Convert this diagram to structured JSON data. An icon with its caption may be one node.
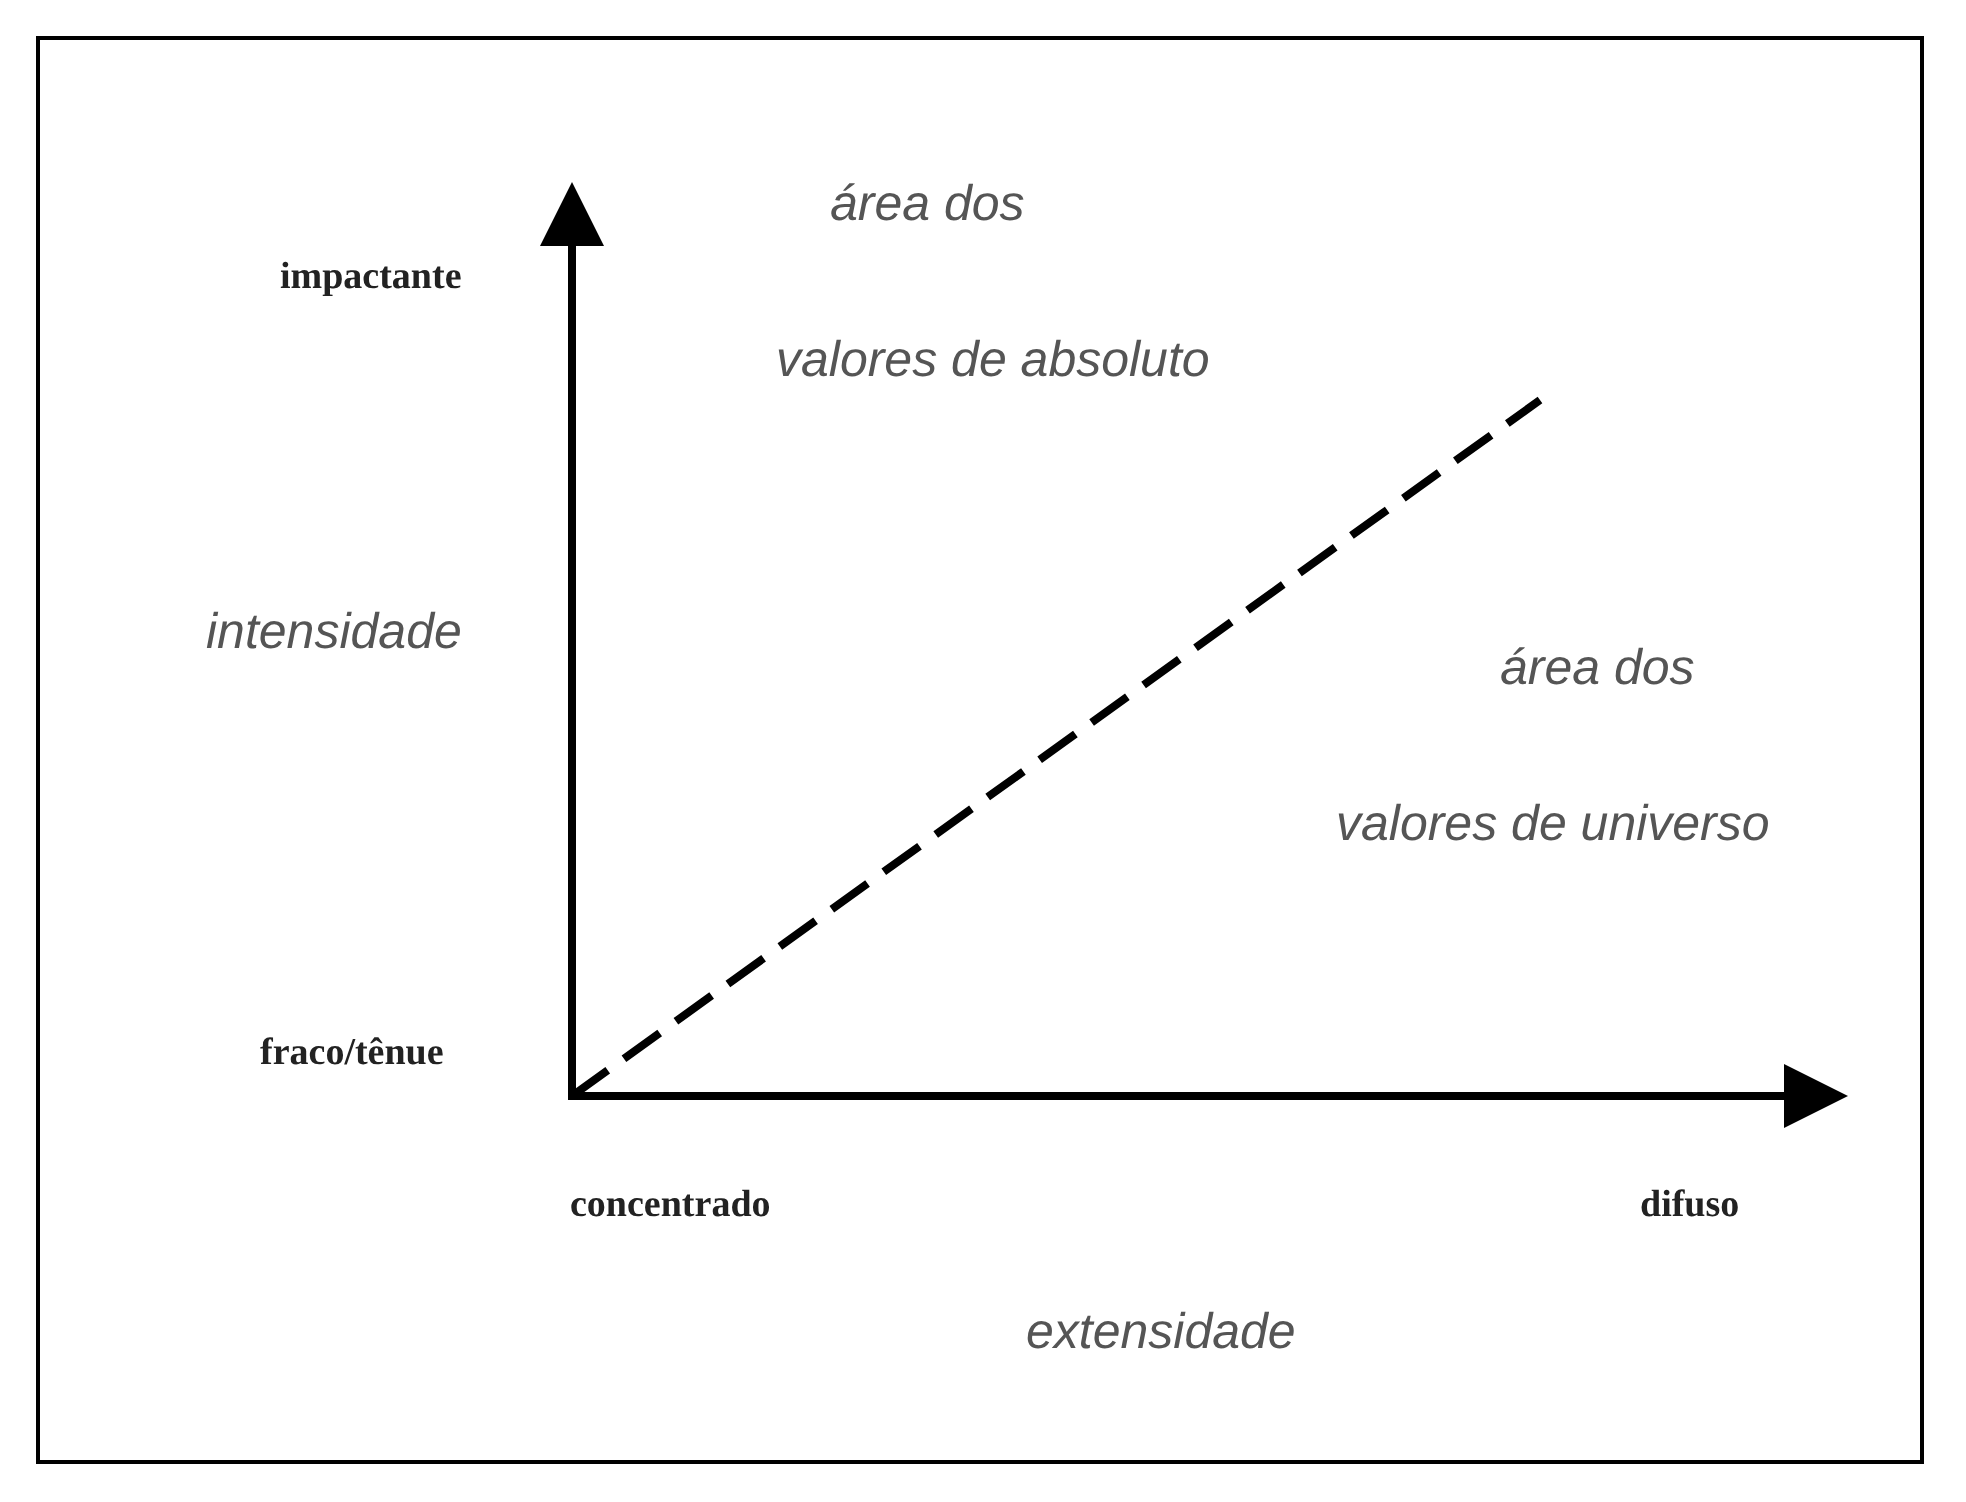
{
  "diagram": {
    "labels": [
      "área dos",
      "impactante",
      "valores de absoluto",
      "intensidade",
      "área dos",
      "valores de universo",
      "fraco/tênue",
      "concentrado",
      "difuso",
      "extensidade"
    ]
  }
}
